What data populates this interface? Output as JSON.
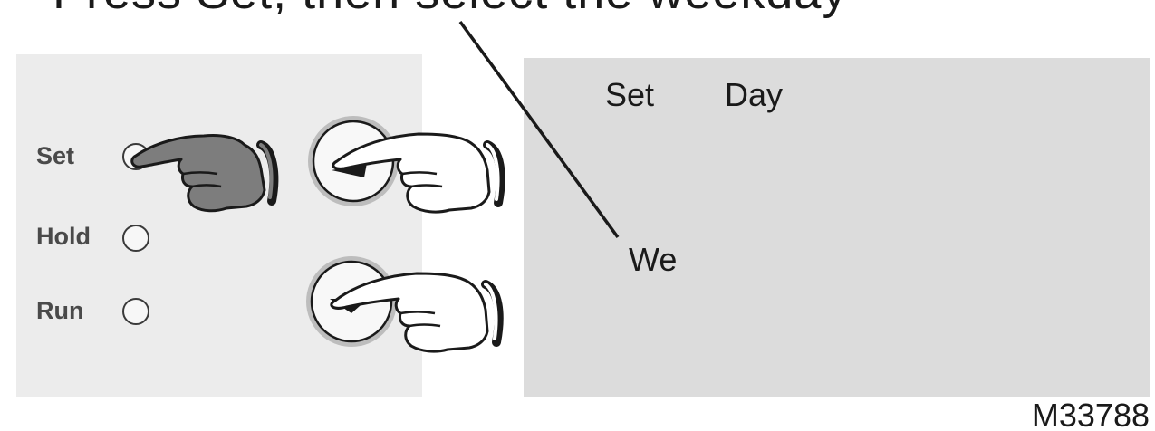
{
  "caption": {
    "text": "Press Set, then select the weekday"
  },
  "control_panel": {
    "buttons": [
      {
        "label": "Set"
      },
      {
        "label": "Hold"
      },
      {
        "label": "Run"
      }
    ],
    "arrows": [
      "up-arrow-icon",
      "down-arrow-icon"
    ]
  },
  "display": {
    "mode_label": "Set",
    "field_label": "Day",
    "day_value": "We"
  },
  "figure_id": "M33788",
  "colors": {
    "panel": "#ececec",
    "display": "#dcdcdc",
    "pressing_hand": "#7d7d7d",
    "outline": "#1a1a1a"
  }
}
